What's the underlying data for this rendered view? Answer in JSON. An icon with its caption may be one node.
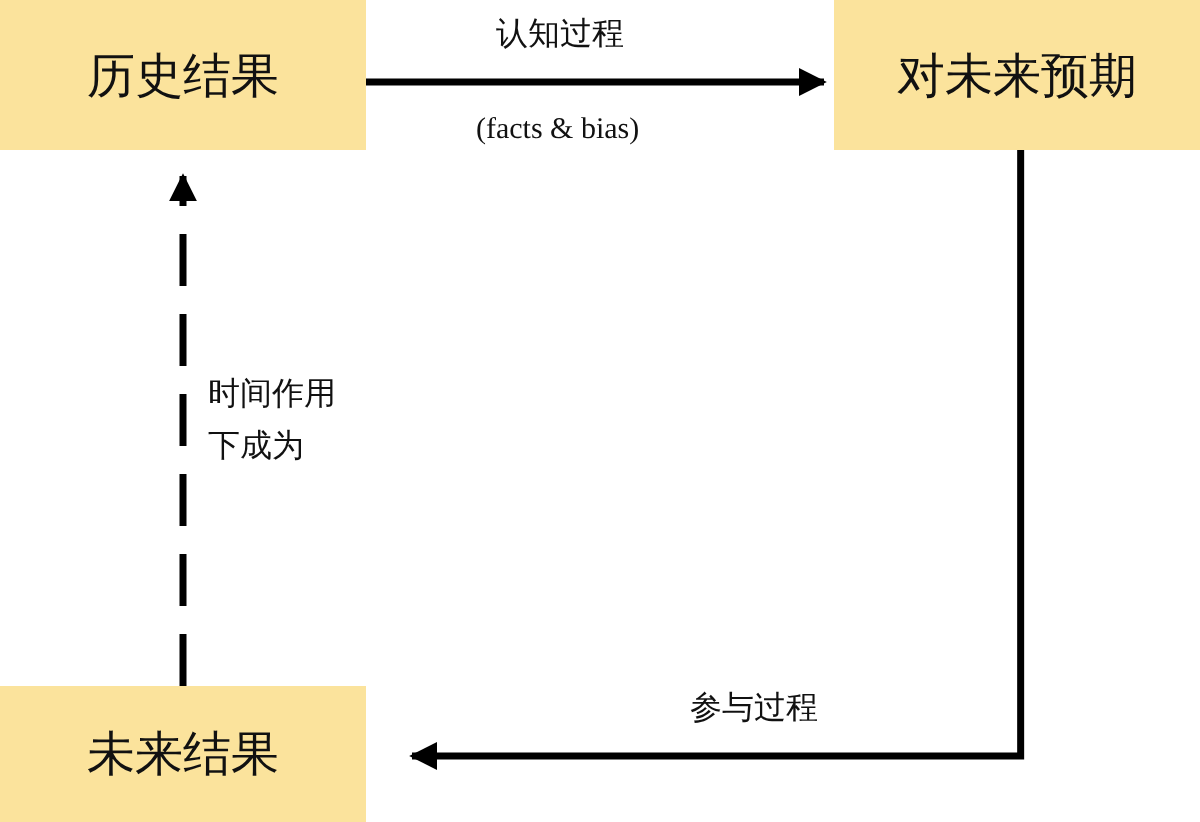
{
  "diagram": {
    "nodes": [
      {
        "text": [
          "历史结果"
        ]
      },
      {
        "text": [
          "对未来预期"
        ]
      },
      {
        "text": [
          "未来结果"
        ]
      }
    ],
    "edges": [
      {
        "from": 0,
        "to": 1,
        "arrow": "to",
        "label": "认知过程"
      },
      {
        "from": 1,
        "to": 2,
        "arrow": "to",
        "label": "参与过程"
      },
      {
        "from": 2,
        "to": 0,
        "arrow": "to",
        "label": "时间作用下成为",
        "style": "dashed"
      }
    ],
    "labels": [
      "(facts & bias)"
    ]
  }
}
